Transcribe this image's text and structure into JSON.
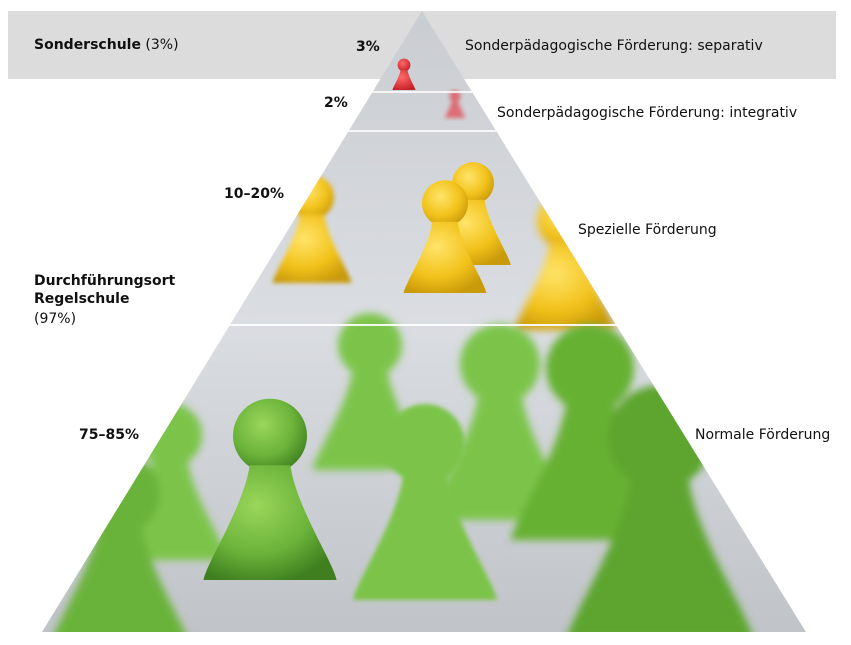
{
  "left_labels": {
    "sonderschule_name": "Sonderschule",
    "sonderschule_share": "(3%)",
    "regelschule_line1": "Durchführungsort",
    "regelschule_line2": "Regelschule",
    "regelschule_share": "(97%)"
  },
  "levels": [
    {
      "percent": "3%",
      "label": "Sonderpädagogische Förderung: separativ",
      "color": "#d8333a"
    },
    {
      "percent": "2%",
      "label": "Sonderpädagogische Förderung: integrativ",
      "color": "#d8333a"
    },
    {
      "percent": "10–20%",
      "label": "Spezielle Förderung",
      "color": "#f2c21b"
    },
    {
      "percent": "75–85%",
      "label": "Normale Förderung",
      "color": "#6bb33a"
    }
  ]
}
